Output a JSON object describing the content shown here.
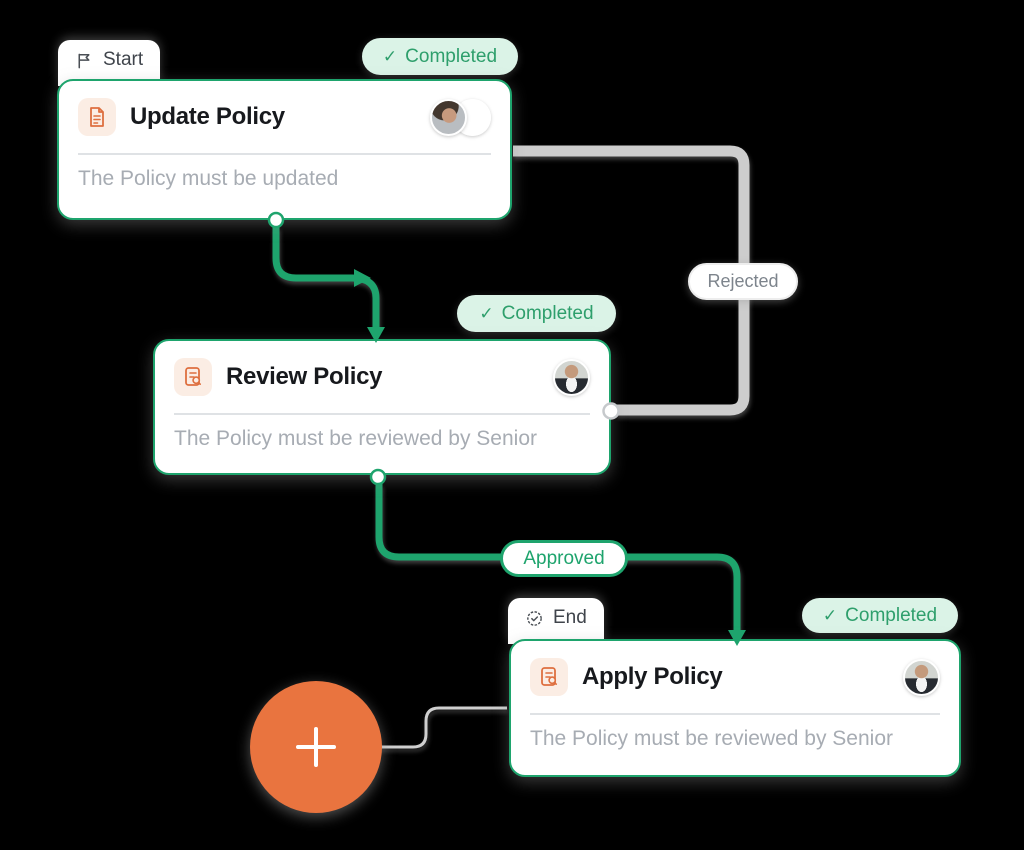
{
  "canvas": {
    "background": "#000000"
  },
  "colors": {
    "accent_green": "#1EA46D",
    "badge_bg": "#DBF3E7",
    "badge_text": "#2E9F6C",
    "orange": "#E9743F",
    "icon_orange": "#DE6F3F",
    "icon_bg": "#FBEDE4",
    "connector_gray": "#CDCDCD",
    "title_text": "#17191D",
    "description_text": "#A7ACB3"
  },
  "glyphs": {
    "check": "✓"
  },
  "nodes": [
    {
      "title": "Update Policy",
      "description": "The Policy must be updated",
      "tab_label": "Start",
      "tab_icon": "flag-icon",
      "status_label": "Completed",
      "icon": "document-icon",
      "assignee_count": 2
    },
    {
      "title": "Review Policy",
      "description": "The Policy must be reviewed by Senior",
      "status_label": "Completed",
      "icon": "document-search-icon",
      "assignee_count": 1
    },
    {
      "title": "Apply Policy",
      "description": "The Policy must be reviewed by Senior",
      "tab_label": "End",
      "tab_icon": "badge-check-icon",
      "status_label": "Completed",
      "icon": "document-search-icon",
      "assignee_count": 1
    }
  ],
  "edges": [
    {
      "from": "Update Policy",
      "to": "Review Policy",
      "label": "",
      "color": "#1EA46D"
    },
    {
      "from": "Update Policy",
      "to": "Review Policy",
      "label": "Rejected",
      "color": "#CDCDCD"
    },
    {
      "from": "Review Policy",
      "to": "Apply Policy",
      "label": "Approved",
      "color": "#1EA46D"
    },
    {
      "from": "add-node-button",
      "to": "Apply Policy",
      "label": "",
      "color": "#CDCDCD"
    }
  ],
  "add_button": {
    "icon": "plus-icon"
  }
}
